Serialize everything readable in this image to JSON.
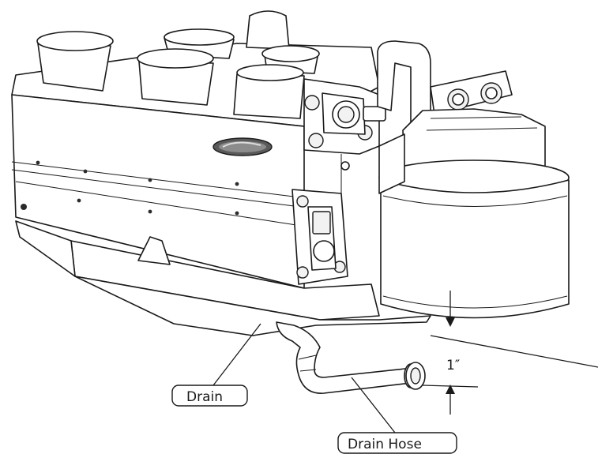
{
  "labels": {
    "drain": "Drain",
    "drain_hose": "Drain Hose",
    "dimension": "1″"
  }
}
